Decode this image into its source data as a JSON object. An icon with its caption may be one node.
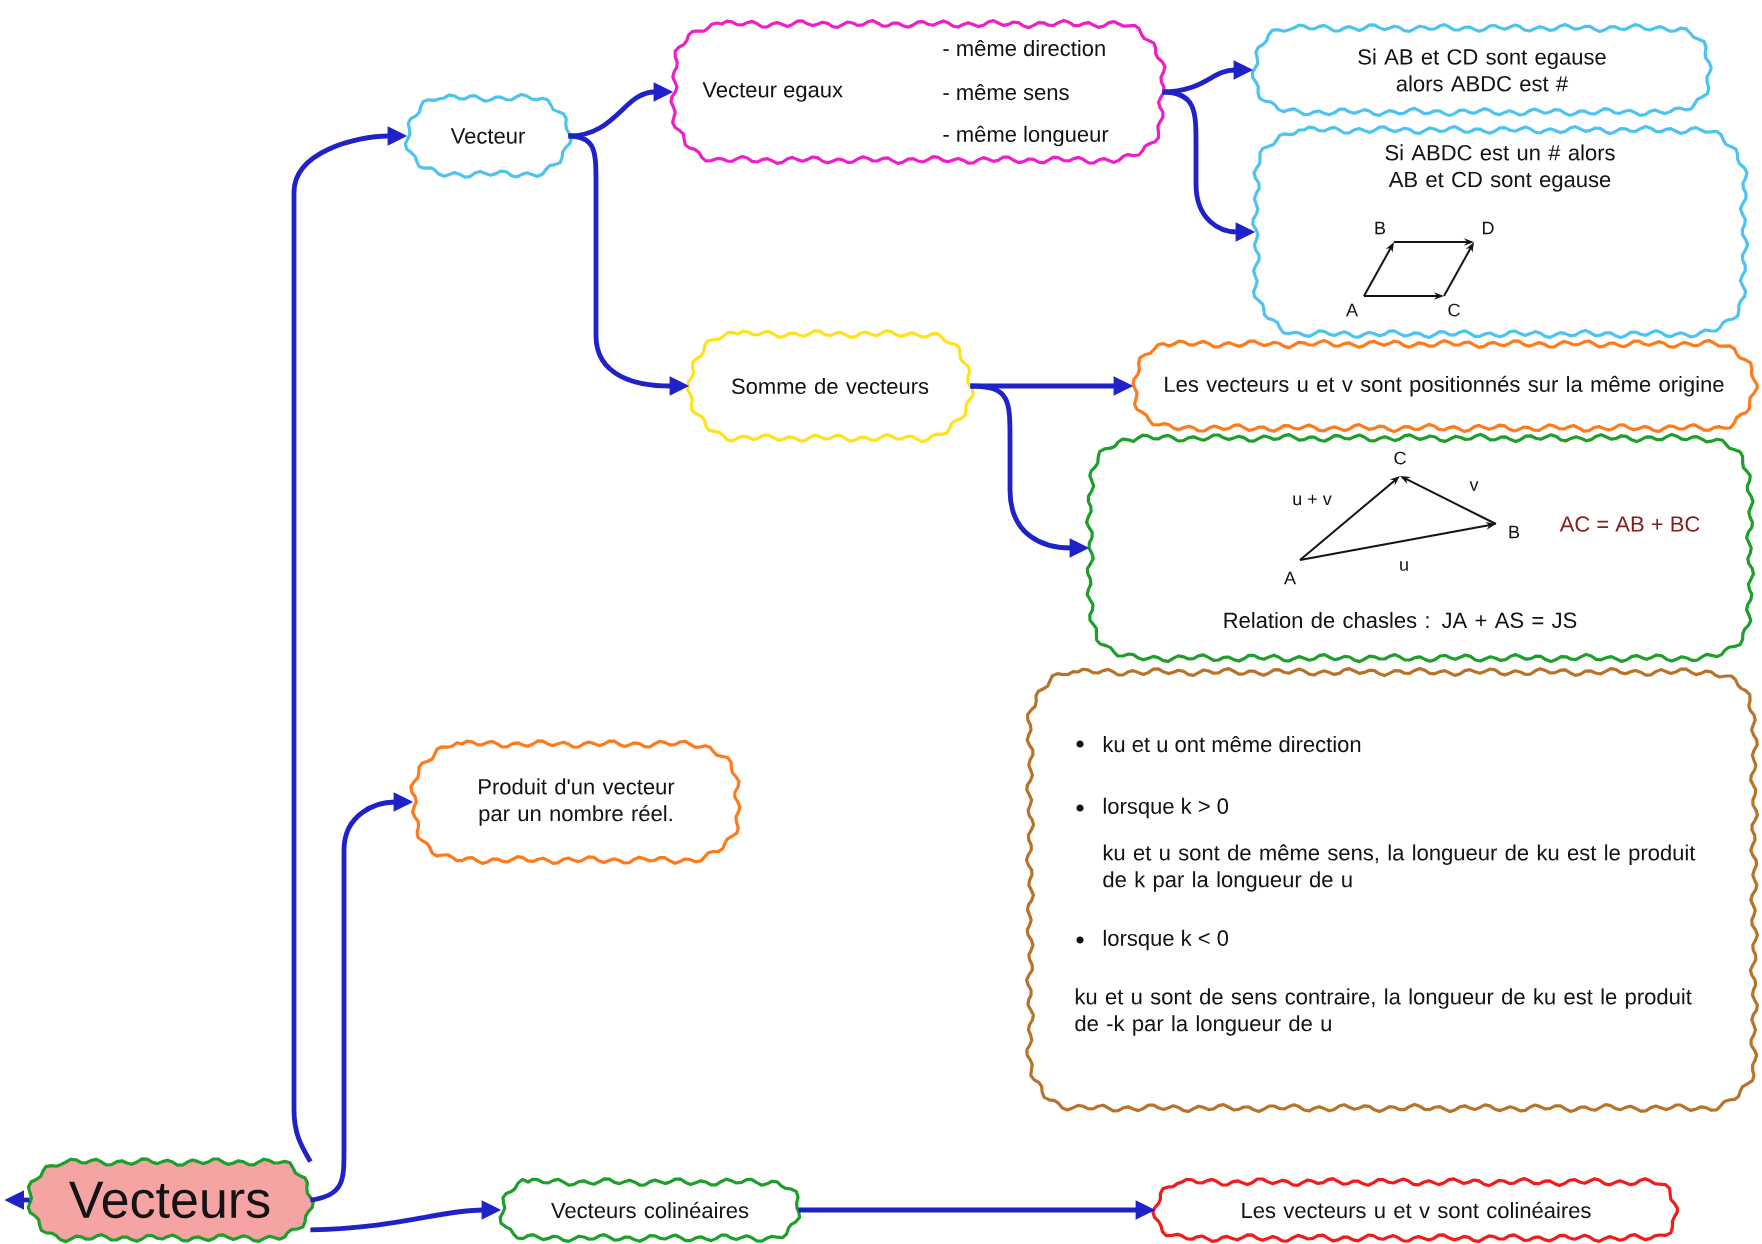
{
  "diagram": {
    "nodes": [
      {
        "text": [
          "Vecteur"
        ]
      },
      {
        "text": [
          "Vecteur egaux",
          "- même direction",
          "- même sens",
          "- même longueur"
        ]
      },
      {
        "text": [
          "Si AB et CD sont egause alors ABDC est #"
        ]
      },
      {
        "text": [
          "Si ABDC est un # alors AB et CD sont egause"
        ]
      },
      {
        "text": [
          "Somme de vecteurs"
        ]
      },
      {
        "text": [
          "Les vecteurs u et v sont positionnés sur la même origine"
        ]
      },
      {
        "text": [
          "AC = AB + BC",
          "Relation de chasles : JA + AS = JS"
        ]
      },
      {
        "text": [
          "Produit d'un vecteur par un nombre réel."
        ]
      },
      {
        "text": [
          "ku et u ont même direction",
          "lorsque k > 0",
          "ku et u sont de même sens, la longueur de ku est le produit de k par la longueur de u",
          "lorsque k < 0",
          "ku et u sont de sens contraire, la longueur de ku est le produit de -k par la longueur de u"
        ]
      },
      {
        "text": [
          "Vecteurs"
        ]
      },
      {
        "text": [
          "Vecteurs colinéaires"
        ]
      },
      {
        "text": [
          "Les vecteurs u et v sont colinéaires"
        ]
      }
    ],
    "edges": [
      {
        "from": 9,
        "to": 0,
        "arrow": "to"
      },
      {
        "from": 9,
        "to": 7,
        "arrow": "to"
      },
      {
        "from": 9,
        "to": 10,
        "arrow": "to"
      },
      {
        "from": 9,
        "to": null,
        "arrow": "to"
      },
      {
        "from": 0,
        "to": 1,
        "arrow": "to"
      },
      {
        "from": 0,
        "to": 4,
        "arrow": "to"
      },
      {
        "from": 1,
        "to": 2,
        "arrow": "to"
      },
      {
        "from": 1,
        "to": 3,
        "arrow": "to"
      },
      {
        "from": 4,
        "to": 5,
        "arrow": "to"
      },
      {
        "from": 4,
        "to": 6,
        "arrow": "to"
      },
      {
        "from": 10,
        "to": 11,
        "arrow": "to"
      }
    ],
    "labels": [
      "B",
      "D",
      "A",
      "C",
      "C",
      "u + v",
      "v",
      "B",
      "A",
      "u"
    ]
  }
}
